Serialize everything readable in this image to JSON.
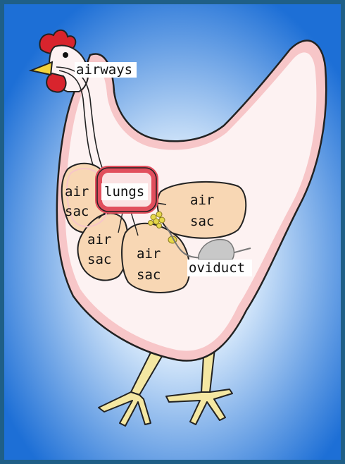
{
  "diagram": {
    "labels": {
      "airways": "airways",
      "lungs": "lungs",
      "air_sac_1_line1": "air",
      "air_sac_1_line2": "sac",
      "air_sac_2_line1": "air",
      "air_sac_2_line2": "sac",
      "air_sac_3_line1": "air",
      "air_sac_3_line2": "sac",
      "air_sac_4_line1": "air",
      "air_sac_4_line2": "sac",
      "oviduct": "oviduct"
    },
    "colors": {
      "background_center": "#ffffff",
      "background_edge": "#1d6fd6",
      "frame": "#1f5f87",
      "body_fill": "#fdf2f2",
      "body_outline_pink": "#f7c6c8",
      "air_sac_fill": "#f8d7b4",
      "lungs_outline": "#e14f5d",
      "comb": "#d8242d",
      "beak": "#f4d33a",
      "legs": "#f4e7a2",
      "ovary": "#e6d84a",
      "oviduct_grey": "#c8c8c8"
    }
  }
}
